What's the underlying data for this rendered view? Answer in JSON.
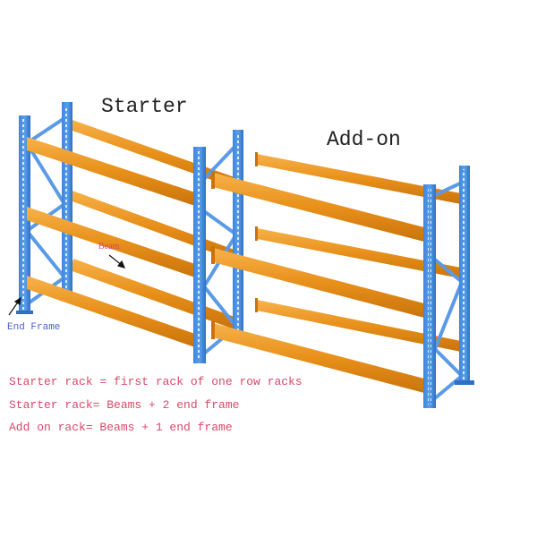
{
  "labels": {
    "starter": "Starter",
    "add_on": "Add-on",
    "beam": "Beam",
    "end_frame": "End Frame"
  },
  "notes": [
    "Starter rack = first rack of one row racks",
    "Starter rack= Beams + 2 end frame",
    "Add on rack= Beams + 1 end frame"
  ],
  "colors": {
    "frame_blue": "#4a8fe0",
    "frame_blue_dark": "#2f6fc4",
    "beam_orange": "#e8901a",
    "beam_orange_light": "#f5b045",
    "note_red": "#d9486a",
    "end_frame_blue": "#4c62c8"
  }
}
